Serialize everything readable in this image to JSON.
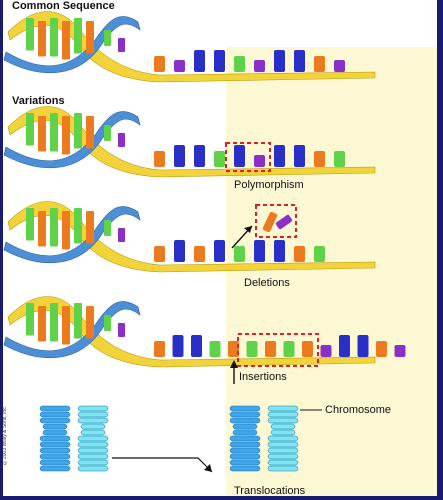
{
  "headings": {
    "common": "Common Sequence",
    "variations": "Variations"
  },
  "labels": {
    "polymorphism": "Polymorphism",
    "deletions": "Deletions",
    "insertions": "Insertions",
    "chromosome": "Chromosome",
    "translocations": "Translocations"
  },
  "copyright": "©2003 Wiley & Sons, Inc.",
  "colors": {
    "backbone": "#f2d33a",
    "strand_blue": "#4d8fd6",
    "orange": "#ec7a1f",
    "blue": "#2a2fc8",
    "green": "#5fd24a",
    "purple": "#8b2fc9",
    "red_dash": "#e02020",
    "chromosome_dark": "#3fa6e8",
    "chromosome_light": "#7ee6f0",
    "background": "#1a1a6e",
    "panel_shade": "#fdf8d4"
  },
  "rows": [
    {
      "name": "common",
      "bases": [
        "orange",
        "purple",
        "blue",
        "blue",
        "green",
        "purple",
        "blue",
        "blue",
        "orange",
        "purple"
      ]
    },
    {
      "name": "polymorphism",
      "bases": [
        "orange",
        "blue",
        "blue",
        "green",
        "blue",
        "purple",
        "blue",
        "blue",
        "orange",
        "green"
      ]
    },
    {
      "name": "deletions",
      "bases": [
        "orange",
        "blue",
        "orange",
        "blue",
        "green",
        "blue",
        "blue",
        "orange",
        "green"
      ]
    },
    {
      "name": "insertions",
      "bases": [
        "orange",
        "blue",
        "blue",
        "green",
        "orange",
        "green",
        "orange",
        "green",
        "orange",
        "purple",
        "blue",
        "blue",
        "orange",
        "purple"
      ]
    }
  ],
  "deleted_bases": [
    "orange",
    "purple"
  ]
}
